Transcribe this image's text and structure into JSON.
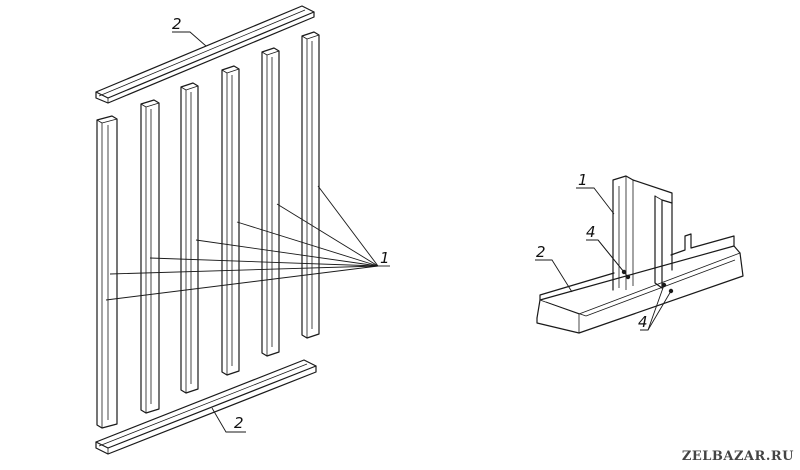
{
  "callouts": {
    "left_top_rail": "2",
    "left_bottom_rail": "2",
    "left_studs": "1",
    "right_stud": "1",
    "right_rail": "2",
    "right_fastener_upper": "4",
    "right_fastener_lower": "4"
  },
  "watermark": "ZELBAZAR.RU"
}
